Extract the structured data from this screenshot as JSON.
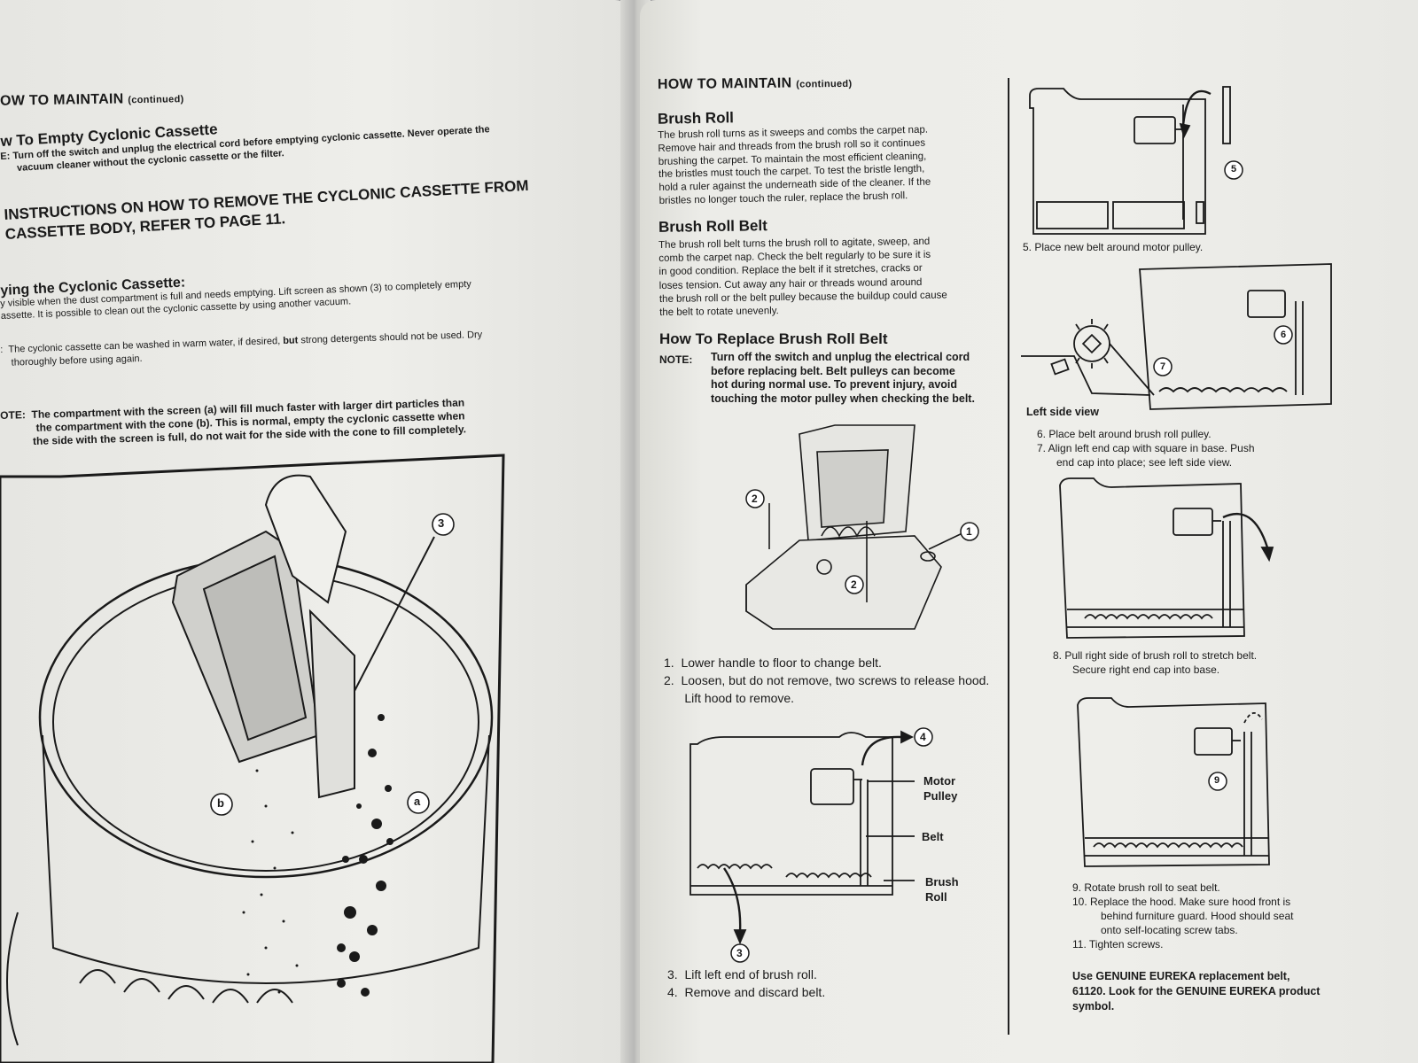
{
  "left": {
    "header_main": "OW TO MAINTAIN",
    "header_cont": "(continued)",
    "section_title": "w To Empty Cyclonic Cassette",
    "note1_prefix": "E:",
    "note1_line1": "Turn off the switch and unplug the electrical cord before emptying cyclonic cassette. Never operate the",
    "note1_line2": "vacuum cleaner without the cyclonic cassette or the filter.",
    "instr_line1": "INSTRUCTIONS ON HOW TO REMOVE THE CYCLONIC CASSETTE FROM",
    "instr_line2": "CASSETTE BODY, REFER TO PAGE 11.",
    "sub_title": "ying the Cyclonic Cassette:",
    "para_line1": "y visible when the dust compartment is full and needs emptying. Lift screen as shown (3) to completely empty",
    "para_line2": "assette. It is possible to clean out the cyclonic cassette by using another vacuum.",
    "note2_prefix": ":",
    "note2_line1a": "The cyclonic cassette can be washed in warm water, if desired,",
    "note2_line1b": "but",
    "note2_line1c": "strong detergents should not be used. Dry",
    "note2_line2": "thoroughly before using again.",
    "note3_prefix": "OTE:",
    "note3_line1": "The compartment with the screen (a) will fill much faster with larger dirt particles than",
    "note3_line2": "the compartment with the cone (b). This is normal, empty the cyclonic cassette when",
    "note3_line3": "the side with the screen is full, do not wait for the side with the cone to fill completely.",
    "callout_3": "3",
    "callout_b": "b",
    "callout_a": "a"
  },
  "right": {
    "header_main": "HOW TO MAINTAIN",
    "header_cont": "(continued)",
    "brush_roll_title": "Brush Roll",
    "brush_roll_lines": [
      "The brush roll turns as it sweeps and combs the carpet nap.",
      "Remove hair and threads from the brush roll so it continues",
      "brushing the carpet. To maintain the most efficient cleaning,",
      "the bristles must touch the carpet. To test the bristle length,",
      "hold a ruler against the underneath side of the cleaner. If the",
      "bristles no longer touch the ruler, replace the brush roll."
    ],
    "belt_title": "Brush Roll Belt",
    "belt_lines": [
      "The brush roll belt turns the brush roll to agitate, sweep, and",
      "comb the carpet nap. Check the belt regularly to be sure it is",
      "in good condition. Replace the belt if it stretches, cracks or",
      "loses tension. Cut away any hair or threads wound around",
      "the brush roll or the belt pulley because the buildup could cause",
      "the belt to rotate unevenly."
    ],
    "replace_title": "How To Replace Brush Roll Belt",
    "note_label": "NOTE:",
    "note_lines": [
      "Turn off the switch and unplug the electrical cord",
      "before replacing belt. Belt pulleys can become",
      "hot during normal use. To prevent injury, avoid",
      "touching the motor pulley when checking the belt."
    ],
    "steps_a": [
      "1.  Lower handle to floor to change belt.",
      "2.  Loosen, but do not remove, two screws to release hood.",
      "      Lift hood to remove."
    ],
    "fig_labels": {
      "motor": "Motor",
      "pulley": "Pulley",
      "belt": "Belt",
      "brush": "Brush",
      "roll": "Roll"
    },
    "steps_b": [
      "3.  Lift left end of brush roll.",
      "4.  Remove and discard belt."
    ],
    "callouts": [
      "1",
      "2",
      "2",
      "3",
      "4",
      "5",
      "6",
      "7",
      "9"
    ],
    "step5": "5.  Place new belt around motor pulley.",
    "left_side_view": "Left side view",
    "step6": "6.  Place belt around brush roll pulley.",
    "step7_line1": "7.  Align left end cap with square in base. Push",
    "step7_line2": "end cap into place; see left side view.",
    "step8_line1": "8.  Pull right side of brush roll to stretch belt.",
    "step8_line2": "Secure right end cap into base.",
    "step9": "9.  Rotate brush roll to seat belt.",
    "step10_line1": "10.  Replace the hood. Make sure hood front is",
    "step10_line2": "behind furniture guard. Hood should seat",
    "step10_line3": "onto self-locating screw tabs.",
    "step11": "11.  Tighten screws.",
    "genuine_line1": "Use GENUINE EUREKA replacement belt,",
    "genuine_line2": "61120. Look for the GENUINE EUREKA product",
    "genuine_line3": "symbol."
  }
}
